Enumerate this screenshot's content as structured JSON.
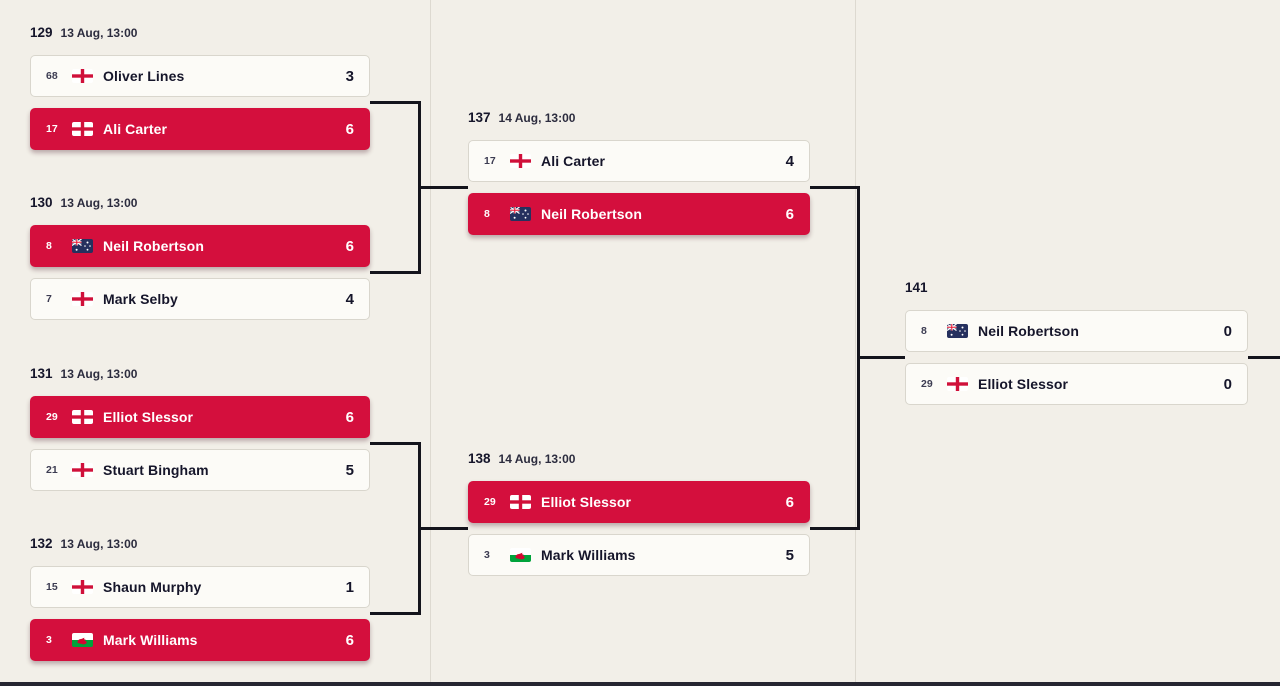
{
  "colors": {
    "background": "#f2efe8",
    "winner_red": "#d40f3d",
    "row_background": "#fcfbf7",
    "row_border": "#d9d6cd",
    "text_dark": "#15152a",
    "connector_black": "#14141c"
  },
  "bracket": {
    "matches": [
      {
        "id": "129",
        "date": "13 Aug, 13:00",
        "players": [
          {
            "seed": "68",
            "flag": "england",
            "name": "Oliver Lines",
            "score": "3",
            "winner": false
          },
          {
            "seed": "17",
            "flag": "england",
            "name": "Ali Carter",
            "score": "6",
            "winner": true
          }
        ]
      },
      {
        "id": "130",
        "date": "13 Aug, 13:00",
        "players": [
          {
            "seed": "8",
            "flag": "australia",
            "name": "Neil Robertson",
            "score": "6",
            "winner": true
          },
          {
            "seed": "7",
            "flag": "england",
            "name": "Mark Selby",
            "score": "4",
            "winner": false
          }
        ]
      },
      {
        "id": "131",
        "date": "13 Aug, 13:00",
        "players": [
          {
            "seed": "29",
            "flag": "england",
            "name": "Elliot Slessor",
            "score": "6",
            "winner": true
          },
          {
            "seed": "21",
            "flag": "england",
            "name": "Stuart Bingham",
            "score": "5",
            "winner": false
          }
        ]
      },
      {
        "id": "132",
        "date": "13 Aug, 13:00",
        "players": [
          {
            "seed": "15",
            "flag": "england",
            "name": "Shaun Murphy",
            "score": "1",
            "winner": false
          },
          {
            "seed": "3",
            "flag": "wales",
            "name": "Mark Williams",
            "score": "6",
            "winner": true
          }
        ]
      },
      {
        "id": "137",
        "date": "14 Aug, 13:00",
        "players": [
          {
            "seed": "17",
            "flag": "england",
            "name": "Ali Carter",
            "score": "4",
            "winner": false
          },
          {
            "seed": "8",
            "flag": "australia",
            "name": "Neil Robertson",
            "score": "6",
            "winner": true
          }
        ]
      },
      {
        "id": "138",
        "date": "14 Aug, 13:00",
        "players": [
          {
            "seed": "29",
            "flag": "england",
            "name": "Elliot Slessor",
            "score": "6",
            "winner": true
          },
          {
            "seed": "3",
            "flag": "wales",
            "name": "Mark Williams",
            "score": "5",
            "winner": false
          }
        ]
      },
      {
        "id": "141",
        "date": "",
        "players": [
          {
            "seed": "8",
            "flag": "australia",
            "name": "Neil Robertson",
            "score": "0",
            "winner": false
          },
          {
            "seed": "29",
            "flag": "england",
            "name": "Elliot Slessor",
            "score": "0",
            "winner": false
          }
        ]
      }
    ]
  }
}
